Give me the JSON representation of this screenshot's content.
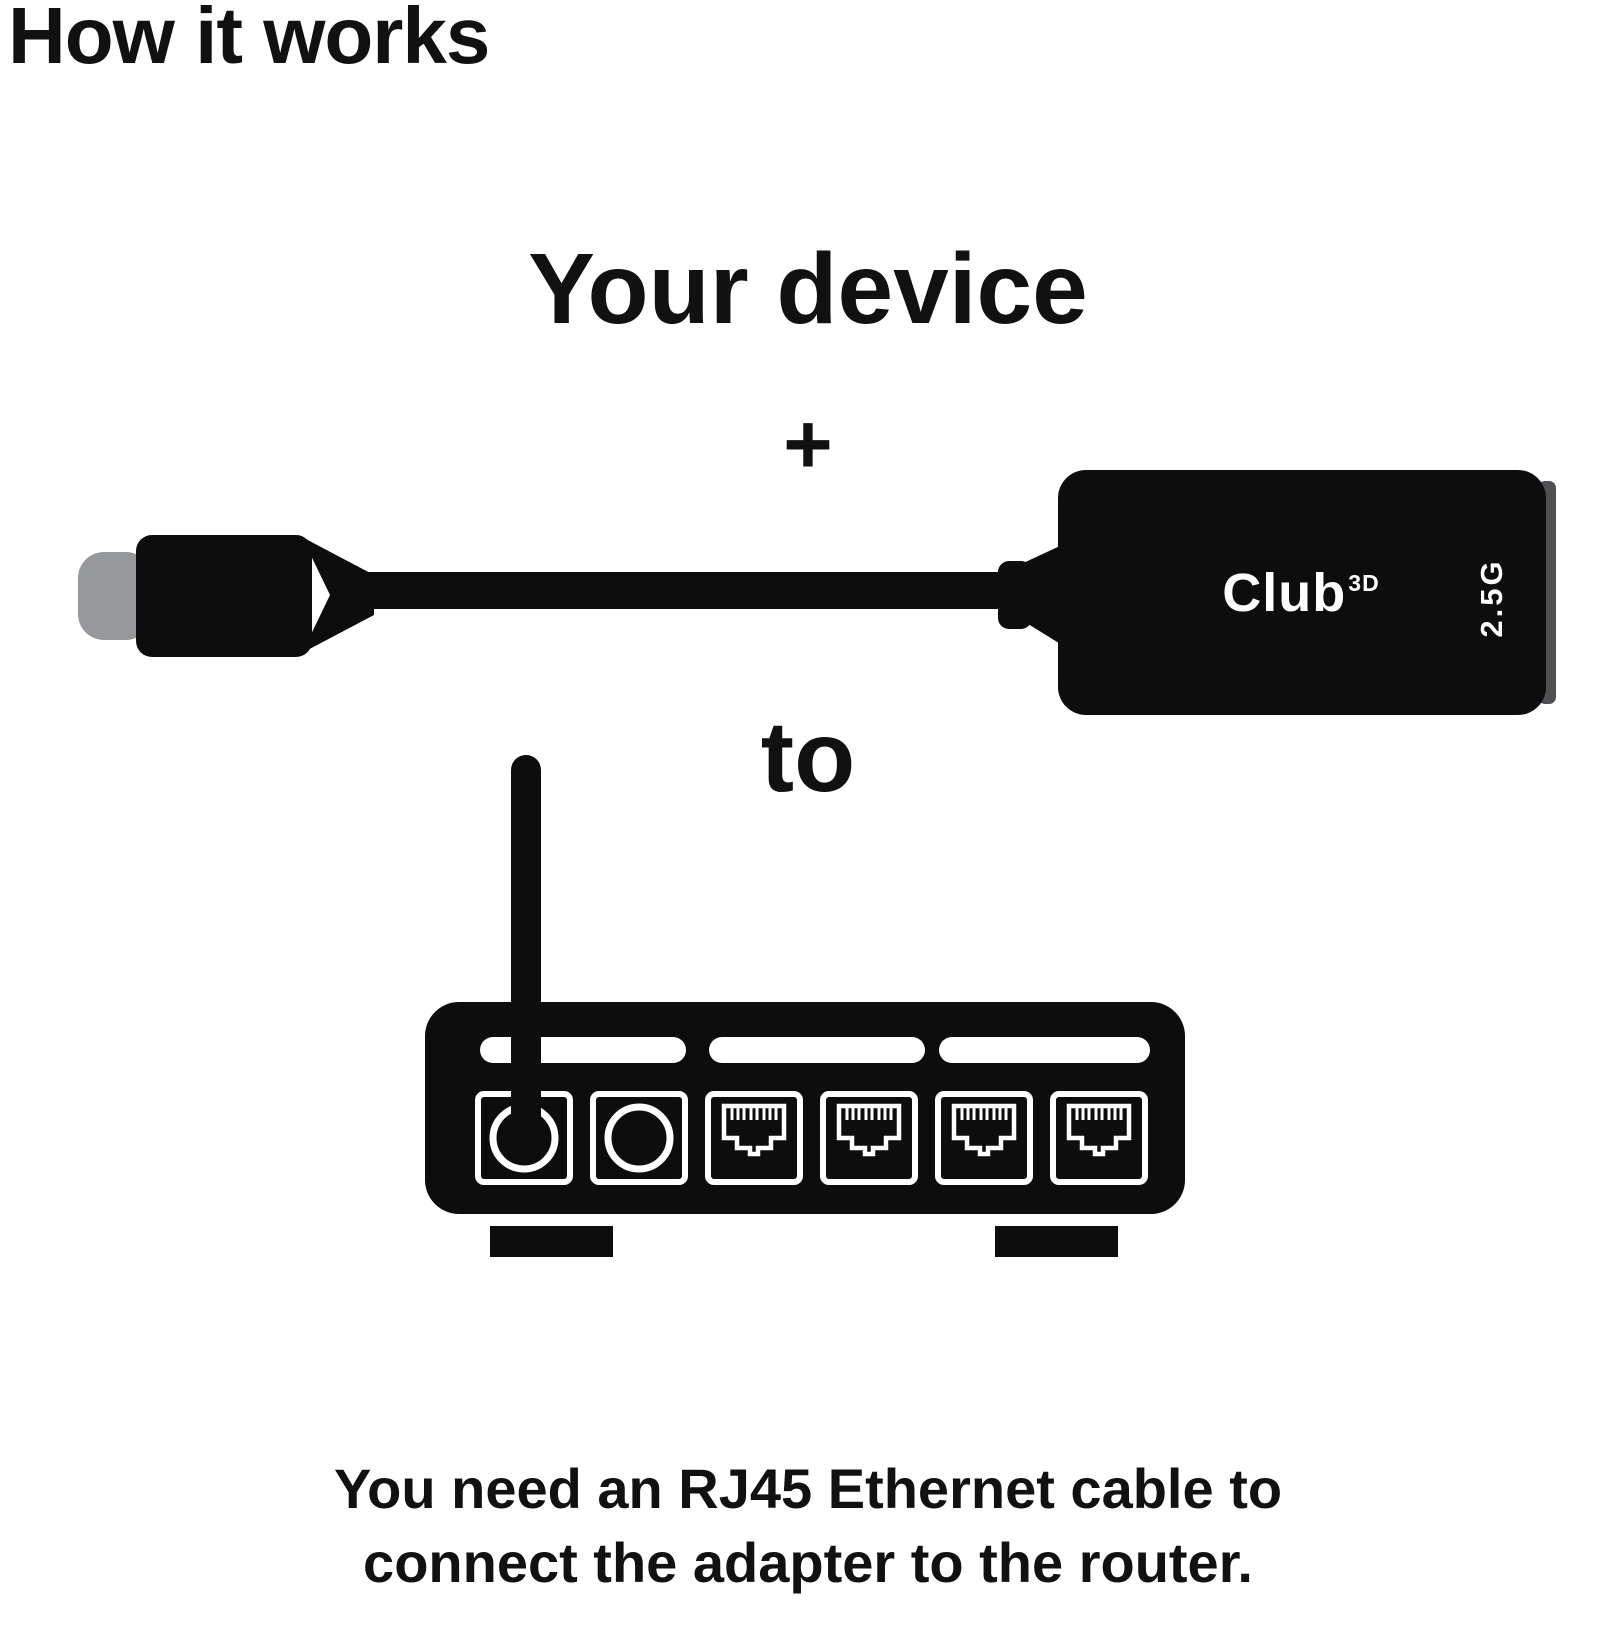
{
  "title": "How it works",
  "device_section": {
    "device_label": "Your device",
    "plus_sign": "+",
    "to_label": "to"
  },
  "adapter": {
    "brand": "Club",
    "brand_sup": "3D",
    "speed": "2.5G"
  },
  "caption": {
    "line1": "You need an RJ45 Ethernet cable to",
    "line2": "connect the adapter to the router."
  },
  "colors": {
    "background": "#ffffff",
    "ink": "#111111",
    "device_black": "#0d0d0d",
    "plug_silver": "#96989b",
    "port_white": "#ffffff"
  },
  "icons": {
    "usb_c_plug": "usb-c-plug-icon",
    "adapter_body": "ethernet-adapter-icon",
    "cable": "cable-icon",
    "router": "router-icon",
    "antenna": "antenna-icon",
    "power_port": "power-port-icon",
    "round_port": "round-port-icon",
    "rj45_ports": "rj45-port-icon"
  }
}
